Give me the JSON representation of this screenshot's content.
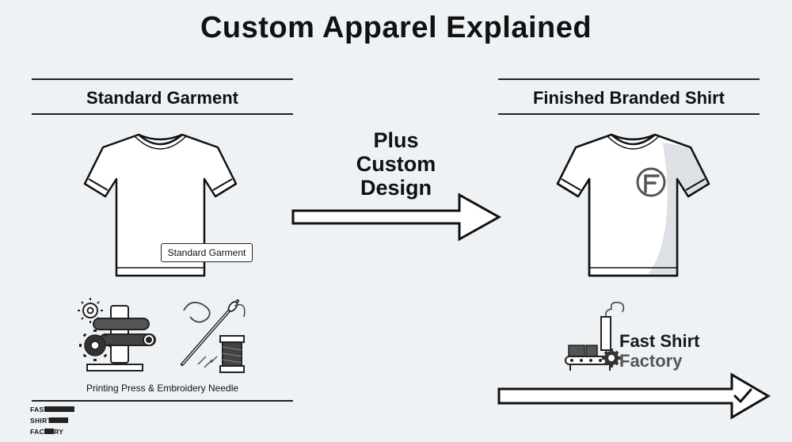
{
  "title": "Custom Apparel Explained",
  "left_section": {
    "heading": "Standard Garment",
    "shirt_tag": "Standard Garment",
    "tools_caption": "Printing Press & Embroidery Needle"
  },
  "middle": {
    "plus_lines": [
      "Plus",
      "Custom",
      "Design"
    ]
  },
  "right_section": {
    "heading": "Finished Branded Shirt",
    "factory_brand_line1": "Fast Shirt",
    "factory_brand_line2": "Factory"
  },
  "corner_logo": {
    "lines": [
      "FAST",
      "SHIRT",
      "FACTORY"
    ]
  }
}
